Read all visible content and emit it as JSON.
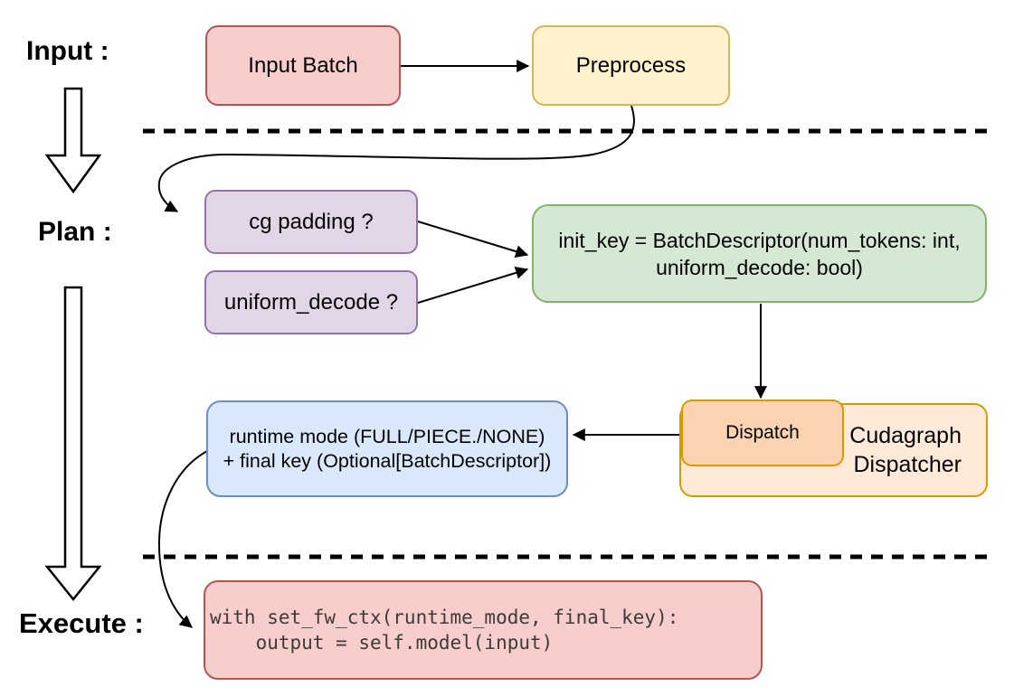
{
  "diagram": {
    "stage_labels": {
      "input": "Input :",
      "plan": "Plan :",
      "execute": "Execute :"
    },
    "boxes": {
      "input_batch": {
        "label": "Input Batch",
        "fill": "#f8cecc",
        "stroke": "#b85450"
      },
      "preprocess": {
        "label": "Preprocess",
        "fill": "#fff2cc",
        "stroke": "#d6b656"
      },
      "cg_padding": {
        "label": "cg padding ?",
        "fill": "#e1d5e7",
        "stroke": "#9673a6"
      },
      "uniform_decode": {
        "label": "uniform_decode ?",
        "fill": "#e1d5e7",
        "stroke": "#9673a6"
      },
      "init_key": {
        "line1": "init_key = BatchDescriptor(num_tokens: int,",
        "line2": "uniform_decode: bool)",
        "fill": "#d5e8d4",
        "stroke": "#82b366"
      },
      "cudagraph_dispatcher": {
        "line1": "Cudagraph",
        "line2": "Dispatcher",
        "fill": "#ffeada",
        "stroke": "#d79b00"
      },
      "dispatch": {
        "label": "Dispatch",
        "fill": "#fbd3b0",
        "stroke": "#d79b00"
      },
      "runtime_mode": {
        "line1": "runtime mode (FULL/PIECE./NONE)",
        "line2": "+ final key (Optional[BatchDescriptor])",
        "fill": "#dae8fc",
        "stroke": "#6c8ebf"
      },
      "execute_code": {
        "line1": "with set_fw_ctx(runtime_mode, final_key):",
        "line2": "    output = self.model(input)",
        "fill": "#f8cecc",
        "stroke": "#b85450"
      }
    },
    "arrow_color": "#000000"
  }
}
